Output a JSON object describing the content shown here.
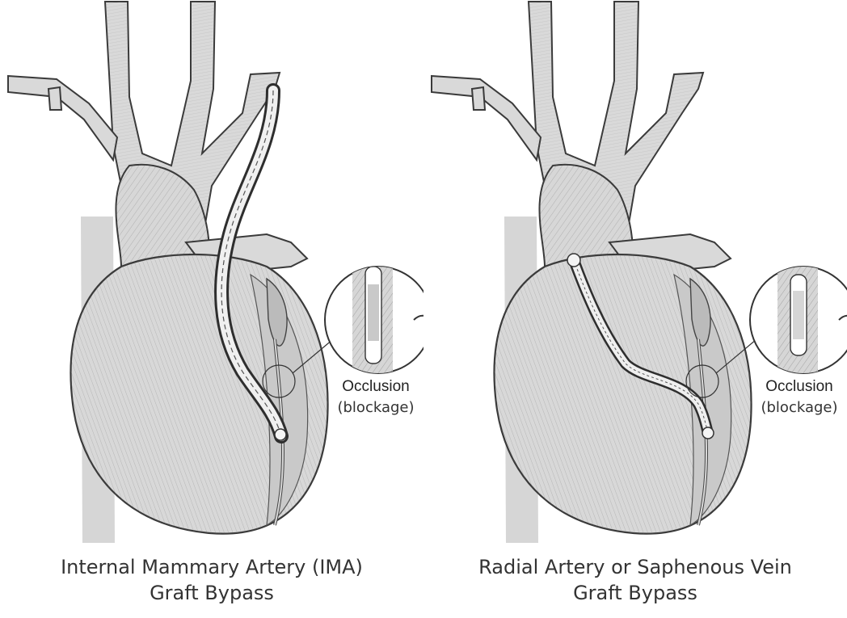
{
  "panels": [
    {
      "caption_line1": "Internal Mammary Artery (IMA)",
      "caption_line2": "Graft Bypass",
      "occlusion_label": "Occlusion",
      "occlusion_sublabel": "(blockage)"
    },
    {
      "caption_line1": "Radial Artery or Saphenous Vein",
      "caption_line2": "Graft Bypass",
      "occlusion_label": "Occlusion",
      "occlusion_sublabel": "(blockage)"
    }
  ],
  "colors": {
    "tissue": "#dcdcdc",
    "outline": "#3a3a3a",
    "shade": "#7a7a7a",
    "graft": "#f2f2f2",
    "background": "#ffffff"
  },
  "icons": [
    "heart-illustration",
    "magnifier-circle",
    "graft-vessel"
  ]
}
